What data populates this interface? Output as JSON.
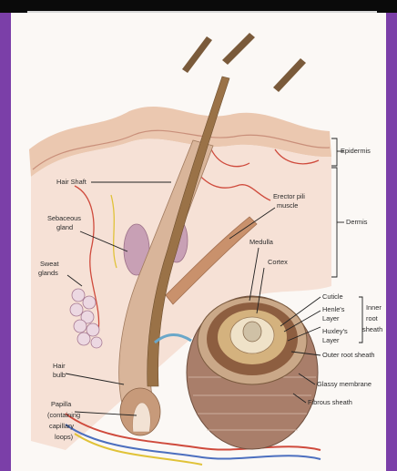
{
  "labels": {
    "epidermis": "Epidermis",
    "dermis": "Dermis",
    "hair_shaft": "Hair Shaft",
    "erector_line1": "Erector pili",
    "erector_line2": "muscle",
    "sebaceous_line1": "Sebaceous",
    "sebaceous_line2": "gland",
    "sweat_line1": "Sweat",
    "sweat_line2": "glands",
    "medulla": "Medulla",
    "cortex": "Cortex",
    "cuticle": "Cuticle",
    "henles_line1": "Henle's",
    "henles_line2": "Layer",
    "huxleys_line1": "Huxley's",
    "huxleys_line2": "Layer",
    "inner_root_line1": "Inner",
    "inner_root_line2": "root",
    "inner_root_line3": "sheath",
    "outer_root_sheath": "Outer root sheath",
    "glassy_membrane": "Glassy membrane",
    "fibrous_sheath": "Fibrous sheath",
    "hair_bulb_line1": "Hair",
    "hair_bulb_line2": "bulb",
    "papilla_line1": "Papilla",
    "papilla_line2": "(containing",
    "papilla_line3": "capillary",
    "papilla_line4": "loops)"
  },
  "colors": {
    "frame": "#7b3fa8",
    "background": "#fbf8f5",
    "hair": "#9a7247",
    "skin": "#e9c2a8",
    "muscle": "#c9916c",
    "vessel_red": "#cf4a3c",
    "vessel_blue": "#4c6fbf",
    "nerve_yellow": "#e0c238",
    "sebaceous": "#c8a0b5"
  }
}
